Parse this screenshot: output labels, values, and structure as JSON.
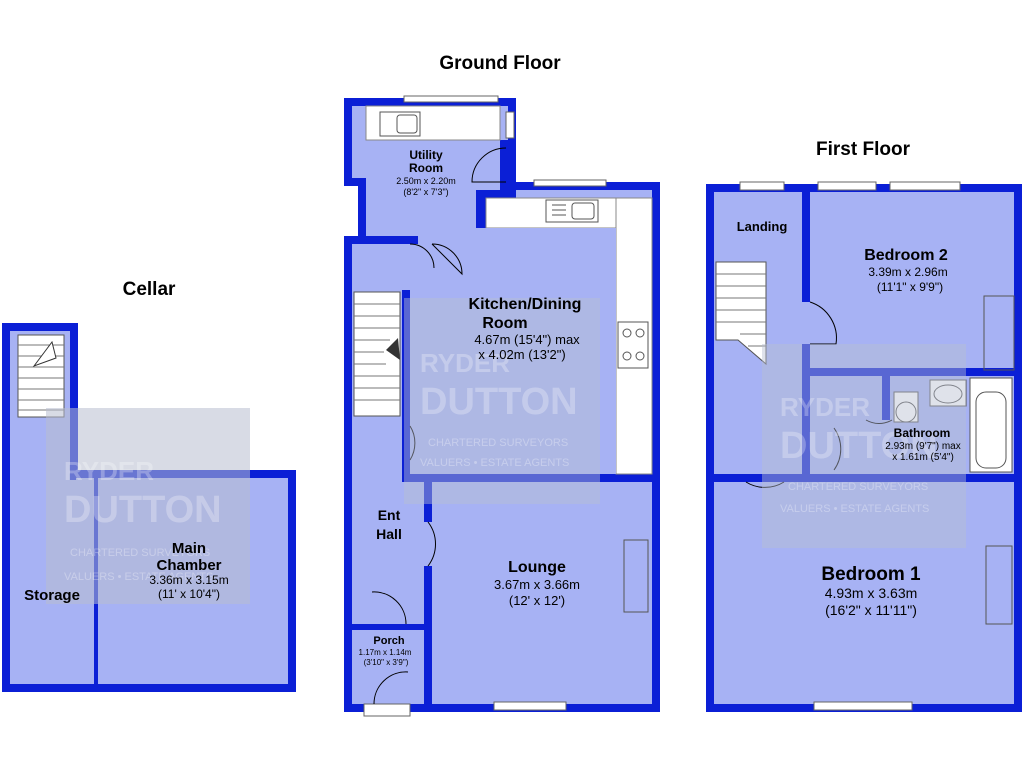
{
  "floors": {
    "cellar": {
      "title": "Cellar",
      "rooms": {
        "storage": {
          "name": "Storage"
        },
        "main_chamber": {
          "name_1": "Main",
          "name_2": "Chamber",
          "dims_m": "3.36m x 3.15m",
          "dims_ft": "(11' x 10'4\")"
        }
      }
    },
    "ground": {
      "title": "Ground Floor",
      "rooms": {
        "utility": {
          "name_1": "Utility",
          "name_2": "Room",
          "dims_m": "2.50m x 2.20m",
          "dims_ft": "(8'2\" x 7'3\")"
        },
        "kitchen": {
          "name_1": "Kitchen/Dining",
          "name_2": "Room",
          "dims_1": "4.67m (15'4\") max",
          "dims_2": "x 4.02m (13'2\")"
        },
        "hall": {
          "name_1": "Ent",
          "name_2": "Hall"
        },
        "lounge": {
          "name": "Lounge",
          "dims_m": "3.67m x 3.66m",
          "dims_ft": "(12' x 12')"
        },
        "porch": {
          "name": "Porch",
          "dims_m": "1.17m x 1.14m",
          "dims_ft": "(3'10\" x 3'9\")"
        }
      }
    },
    "first": {
      "title": "First Floor",
      "rooms": {
        "landing": {
          "name": "Landing"
        },
        "bedroom2": {
          "name": "Bedroom 2",
          "dims_m": "3.39m x 2.96m",
          "dims_ft": "(11'1\" x 9'9\")"
        },
        "bathroom": {
          "name": "Bathroom",
          "dims_1": "2.93m (9'7\") max",
          "dims_2": "x 1.61m (5'4\")"
        },
        "bedroom1": {
          "name": "Bedroom 1",
          "dims_m": "4.93m x 3.63m",
          "dims_ft": "(16'2\" x 11'11\")"
        }
      }
    }
  },
  "watermark": {
    "line1": "RYDER",
    "line2": "DUTTON",
    "line3": "CHARTERED SURVEYORS",
    "line4": "VALUERS • ESTATE AGENTS"
  },
  "colors": {
    "wall": "#0b1fd6",
    "floor": "#a7b2f4",
    "watermark_panel": "#b8bed0"
  }
}
